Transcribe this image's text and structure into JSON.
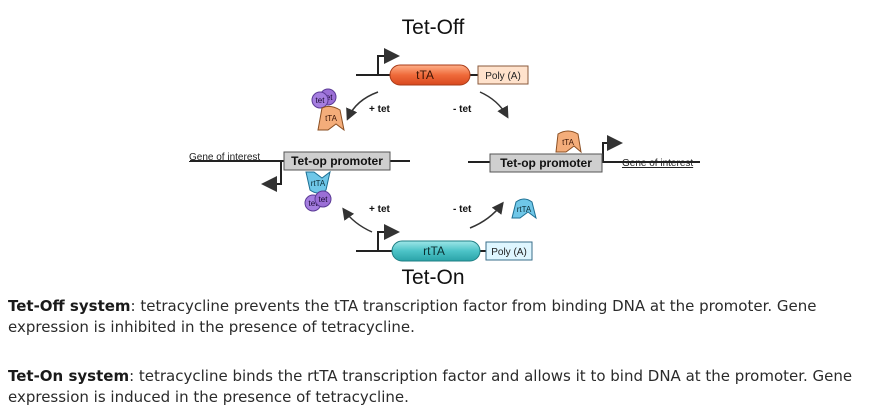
{
  "diagram": {
    "title_top": "Tet-Off",
    "title_bottom": "Tet-On",
    "ttA_gene": "tTA",
    "rttA_gene": "rtTA",
    "polyA_top": "Poly (A)",
    "polyA_bottom": "Poly (A)",
    "left_promoter": "Tet-op promoter",
    "right_promoter": "Tet-op promoter",
    "left_gene": "Gene of interest",
    "right_gene": "Gene of interest",
    "plus_tet_top": "+ tet",
    "minus_tet_top": "- tet",
    "plus_tet_bottom": "+ tet",
    "minus_tet_bottom": "- tet",
    "tet_label": "tet",
    "protein_tTA": "tTA",
    "protein_rtTA": "rtTA",
    "colors": {
      "tTA_fill": "#ef6a3a",
      "rtTA_fill": "#4cc3c7",
      "tet_fill": "#9b6fd6",
      "protein_orange": "#f4ad7a",
      "protein_blue": "#6fc7e8",
      "promoter_box": "#cfcfcf"
    }
  },
  "captions": {
    "off_label": "Tet-Off system",
    "off_text": ": tetracycline prevents the tTA transcription factor from binding DNA at the promoter. Gene expression is inhibited in the presence of tetracycline.",
    "on_label": "Tet-On system",
    "on_text": ": tetracycline binds the rtTA transcription factor and allows it to bind DNA at the promoter. Gene expression is induced in the presence of tetracycline."
  }
}
